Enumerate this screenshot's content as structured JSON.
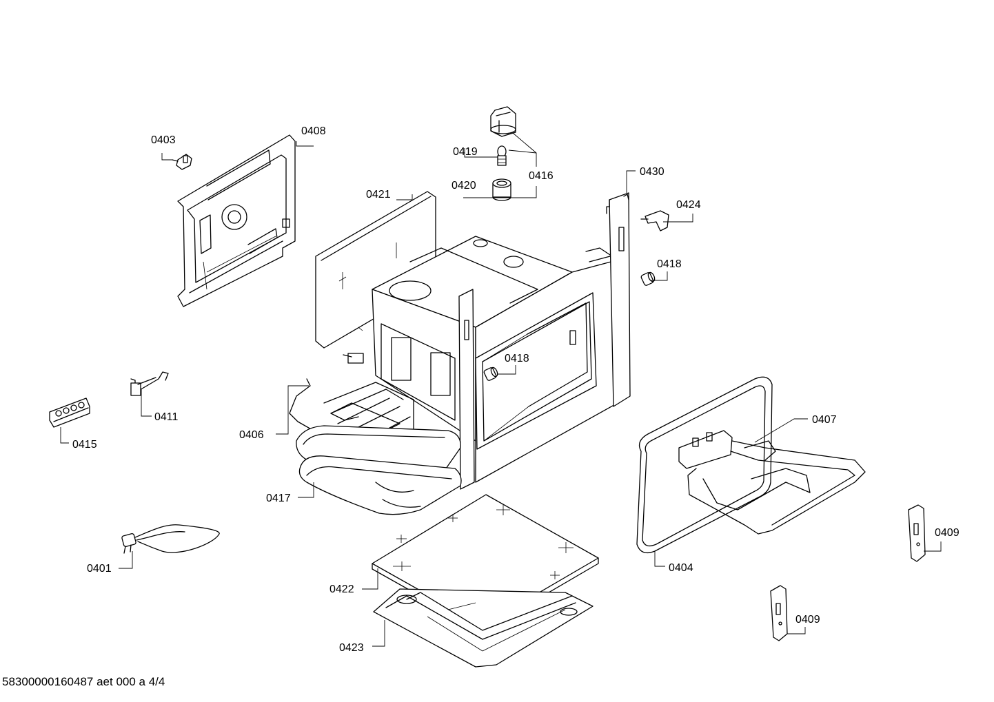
{
  "diagram": {
    "labels": {
      "p0401": "0401",
      "p0403": "0403",
      "p0404": "0404",
      "p0406": "0406",
      "p0407": "0407",
      "p0408": "0408",
      "p0409a": "0409",
      "p0409b": "0409",
      "p0411": "0411",
      "p0415": "0415",
      "p0416": "0416",
      "p0417": "0417",
      "p0418a": "0418",
      "p0418b": "0418",
      "p0419": "0419",
      "p0420": "0420",
      "p0421": "0421",
      "p0422": "0422",
      "p0423": "0423",
      "p0424": "0424",
      "p0430": "0430"
    },
    "footer": "58300000160487 aet 000 a 4/4"
  }
}
